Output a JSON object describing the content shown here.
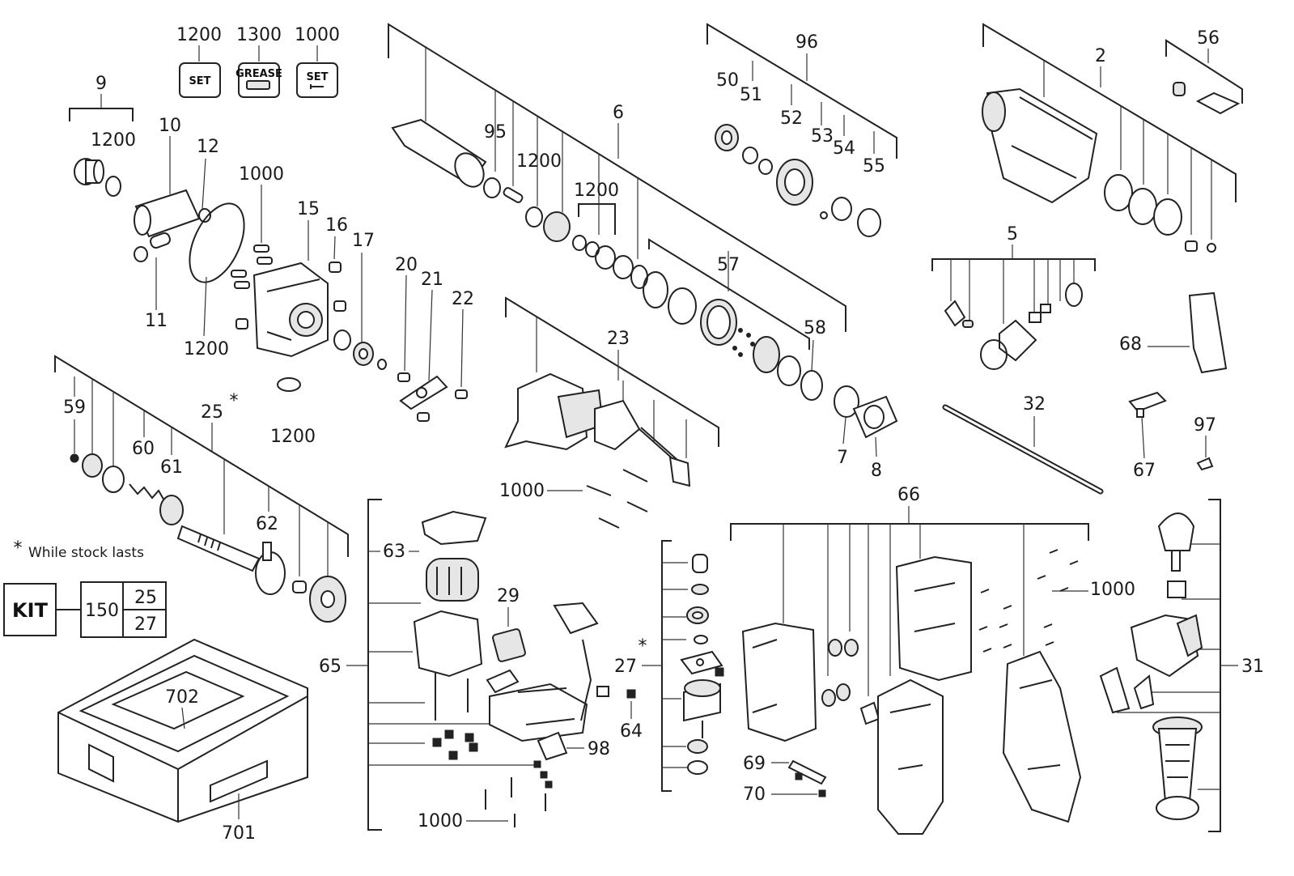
{
  "labels": {
    "l2": "2",
    "l5": "5",
    "l6": "6",
    "l7": "7",
    "l8": "8",
    "l9": "9",
    "l10": "10",
    "l11": "11",
    "l12": "12",
    "l15": "15",
    "l16": "16",
    "l17": "17",
    "l20": "20",
    "l21": "21",
    "l22": "22",
    "l23": "23",
    "l25": "25",
    "l27": "27",
    "l29": "29",
    "l31": "31",
    "l32": "32",
    "l50": "50",
    "l51": "51",
    "l52": "52",
    "l53": "53",
    "l54": "54",
    "l55": "55",
    "l56": "56",
    "l57": "57",
    "l58": "58",
    "l59": "59",
    "l60": "60",
    "l61": "61",
    "l62": "62",
    "l63": "63",
    "l64": "64",
    "l65": "65",
    "l66": "66",
    "l67": "67",
    "l68": "68",
    "l69": "69",
    "l70": "70",
    "l95": "95",
    "l96": "96",
    "l97": "97",
    "l98": "98",
    "l701": "701",
    "l702": "702",
    "l1000a": "1000",
    "l1000b": "1000",
    "l1000c": "1000",
    "l1000d": "1000",
    "l1200a": "1200",
    "l1200b": "1200",
    "l1200c": "1200",
    "l1200d": "1200",
    "l1200e": "1200",
    "l1200f": "1200",
    "l1300": "1300",
    "l1000top": "1000",
    "l1200top": "1200"
  },
  "icons": {
    "set1": "SET",
    "grease": "GREASE",
    "set2": "SET"
  },
  "asterisk": "*",
  "footnote": "While stock lasts",
  "kit": {
    "label": "KIT",
    "number": "150",
    "item_a": "25",
    "item_b": "27"
  }
}
